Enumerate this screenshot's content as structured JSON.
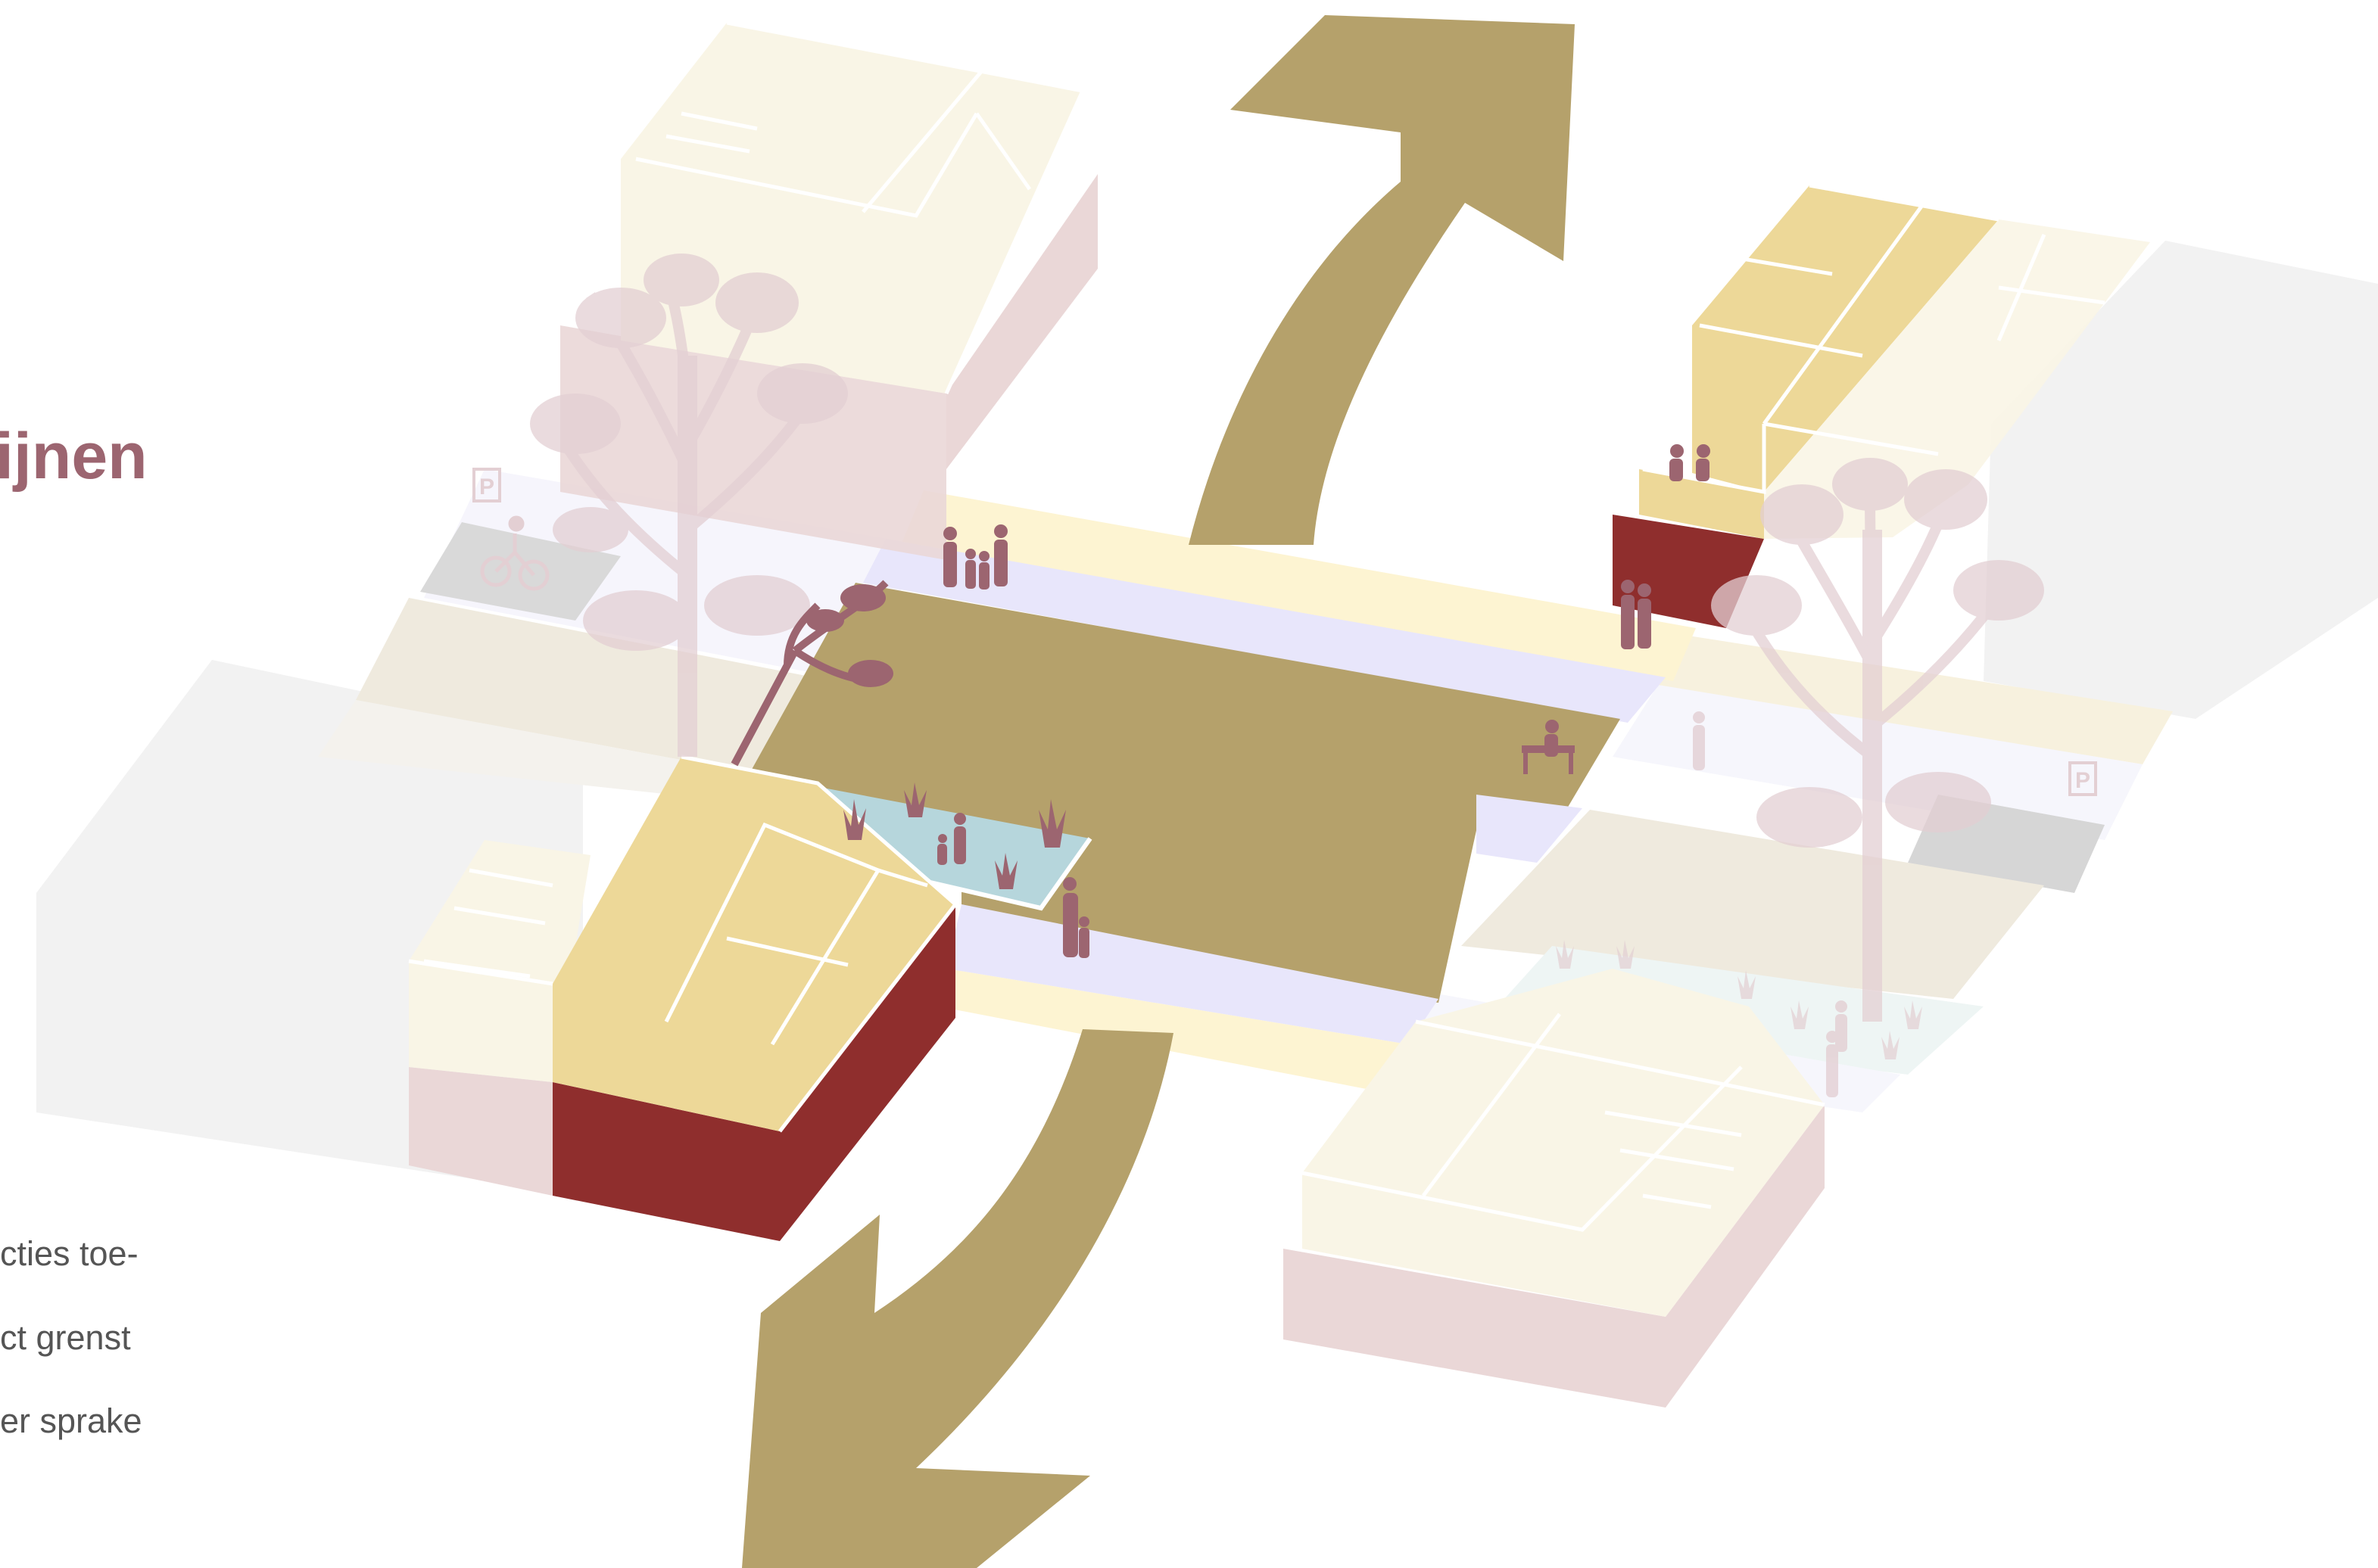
{
  "heading": "ijnen",
  "body_lines": [
    "cties toe-",
    "ct grenst",
    "er sprake"
  ],
  "signs": {
    "parking": "P"
  },
  "colors": {
    "arrow": "#b5a16b",
    "plaza": "#b5a16b",
    "accent_red": "#8f2e2d",
    "heading_text": "#9c6570",
    "body_text": "#555555",
    "path_lavender": "#e8e6fb",
    "path_cream": "#fdf4d2",
    "building_yellow": "#edd898",
    "building_light": "#f9f5e6",
    "building_pink": "#ead7d7",
    "building_grey": "#f2f2f2",
    "water": "#b6d6dc",
    "parking_grey": "#d6d6d6",
    "figures": "#9c6570"
  },
  "icons": [
    "arrow-icon",
    "tree-icon",
    "person-icon",
    "cyclist-icon",
    "bench-icon",
    "parking-sign-icon",
    "plant-icon"
  ]
}
